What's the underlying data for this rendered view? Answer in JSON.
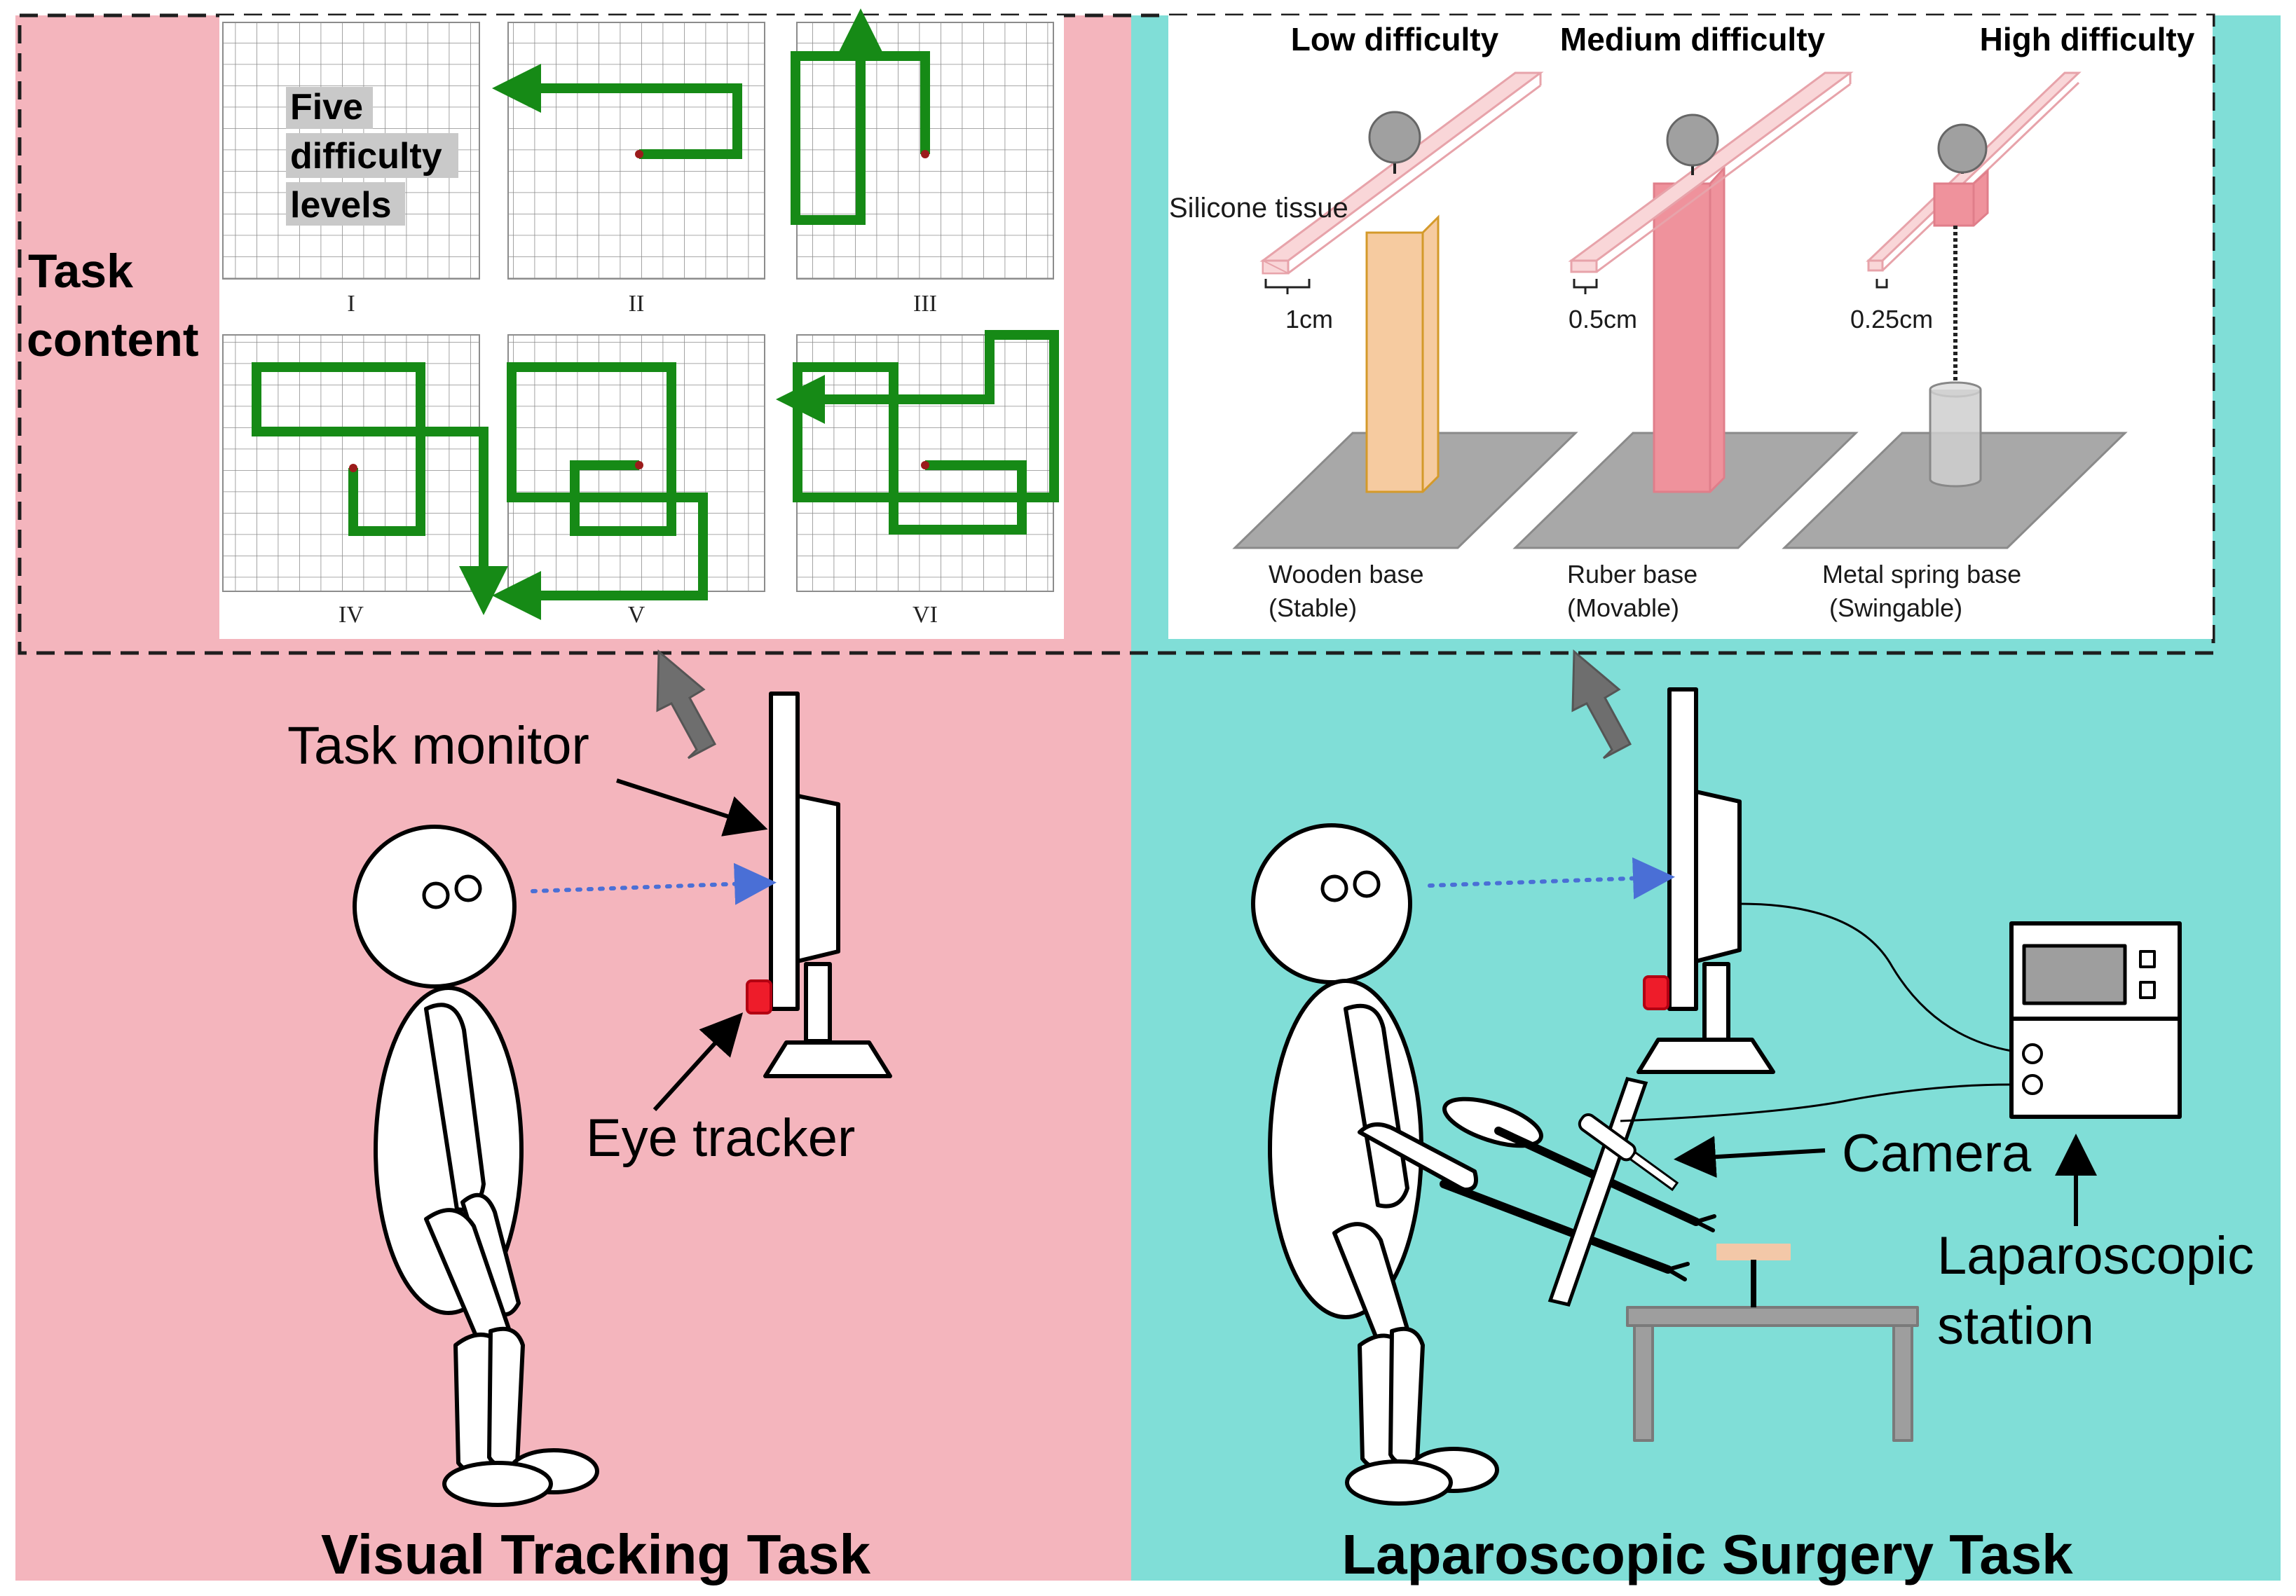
{
  "colors": {
    "left_bg": "#f4b5bd",
    "right_bg": "#80ded7",
    "path_green": "#168a16",
    "eye_tracker": "#ee1c2a",
    "gaze_line": "#4a6fd6",
    "arrow_gray": "#6e6e6e",
    "tissue": "#f9d6d8",
    "wood": "#f6cba0",
    "rubber": "#ef929c",
    "base_gray": "#a8a8a8",
    "foot_pad": "#f3c8a8"
  },
  "task_content": {
    "line1": "Task",
    "line2": "content"
  },
  "grids": {
    "note_line1": "Five",
    "note_line2": "difficulty",
    "note_line3": "levels",
    "labels": [
      "I",
      "II",
      "III",
      "IV",
      "V",
      "VI"
    ]
  },
  "difficulty": {
    "low": "Low difficulty",
    "medium": "Medium difficulty",
    "high": "High difficulty",
    "silicone": "Silicone tissue",
    "width_low": "1cm",
    "width_medium": "0.5cm",
    "width_high": "0.25cm",
    "base_low_name": "Wooden base",
    "base_low_type": "(Stable)",
    "base_medium_name": "Ruber base",
    "base_medium_type": "(Movable)",
    "base_high_name": "Metal spring base",
    "base_high_type": "(Swingable)"
  },
  "left_panel": {
    "monitor": "Task monitor",
    "eye_tracker": "Eye tracker",
    "title": "Visual Tracking Task"
  },
  "right_panel": {
    "camera": "Camera",
    "station_line1": "Laparoscopic",
    "station_line2": "station",
    "title": "Laparoscopic Surgery Task"
  }
}
